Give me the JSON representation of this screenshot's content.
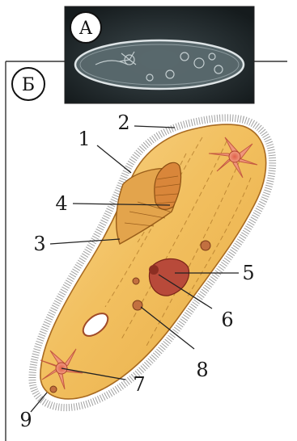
{
  "panels": {
    "micrograph_label": "А",
    "drawing_label": "Б"
  },
  "callouts": [
    "1",
    "2",
    "3",
    "4",
    "5",
    "6",
    "7",
    "8",
    "9"
  ]
}
